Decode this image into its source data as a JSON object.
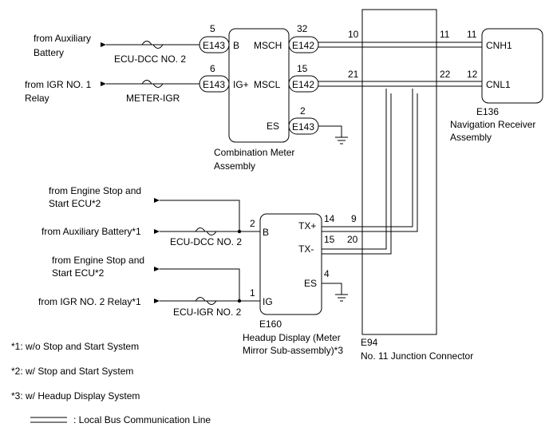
{
  "sources": {
    "aux_battery_1": "from Auxiliary",
    "aux_battery_2": "Battery",
    "igr1_1": "from IGR NO. 1",
    "igr1_2": "Relay",
    "eng_stop_a1": "from Engine Stop and",
    "eng_stop_a2": "Start ECU*2",
    "aux_battery_star": "from Auxiliary Battery*1",
    "eng_stop_b1": "from Engine Stop and",
    "eng_stop_b2": "Start ECU*2",
    "igr2": "from IGR NO. 2 Relay*1"
  },
  "fuses": {
    "ecu_dcc_top": "ECU-DCC NO. 2",
    "meter_igr": "METER-IGR",
    "ecu_dcc_bottom": "ECU-DCC NO. 2",
    "ecu_igr": "ECU-IGR NO. 2"
  },
  "combination_meter": {
    "name_1": "Combination Meter",
    "name_2": "Assembly",
    "pins": {
      "b": "B",
      "igp": "IG+",
      "msch": "MSCH",
      "mscl": "MSCL",
      "es": "ES"
    },
    "connectors": {
      "b": "E143",
      "igp": "E143",
      "msch": "E142",
      "mscl": "E142",
      "es": "E143"
    },
    "pin_numbers": {
      "b": "5",
      "igp": "6",
      "msch": "32",
      "mscl": "15",
      "es": "2"
    }
  },
  "navigation": {
    "code": "E136",
    "name_1": "Navigation Receiver",
    "name_2": "Assembly",
    "pins": {
      "cnh1": "CNH1",
      "cnl1": "CNL1"
    },
    "pin_numbers": {
      "cnh1": "11",
      "cnl1": "12"
    }
  },
  "junction": {
    "code": "E94",
    "name": "No. 11 Junction Connector",
    "pins": {
      "top_left": "10",
      "top_right": "11",
      "mid_left": "21",
      "mid_right": "22",
      "hud_top": "9",
      "hud_bottom": "20"
    }
  },
  "headup_display": {
    "code": "E160",
    "name_1": "Headup Display (Meter",
    "name_2": "Mirror Sub-assembly)*3",
    "pins": {
      "b": "B",
      "ig": "IG",
      "txp": "TX+",
      "txm": "TX-",
      "es": "ES"
    },
    "pin_numbers": {
      "b": "2",
      "ig": "1",
      "txp": "14",
      "txm": "15",
      "es": "4"
    }
  },
  "notes": [
    "*1: w/o Stop and Start System",
    "*2: w/ Stop and Start System",
    "*3: w/ Headup Display System"
  ],
  "legend": {
    "label": ": Local Bus Communication Line"
  }
}
